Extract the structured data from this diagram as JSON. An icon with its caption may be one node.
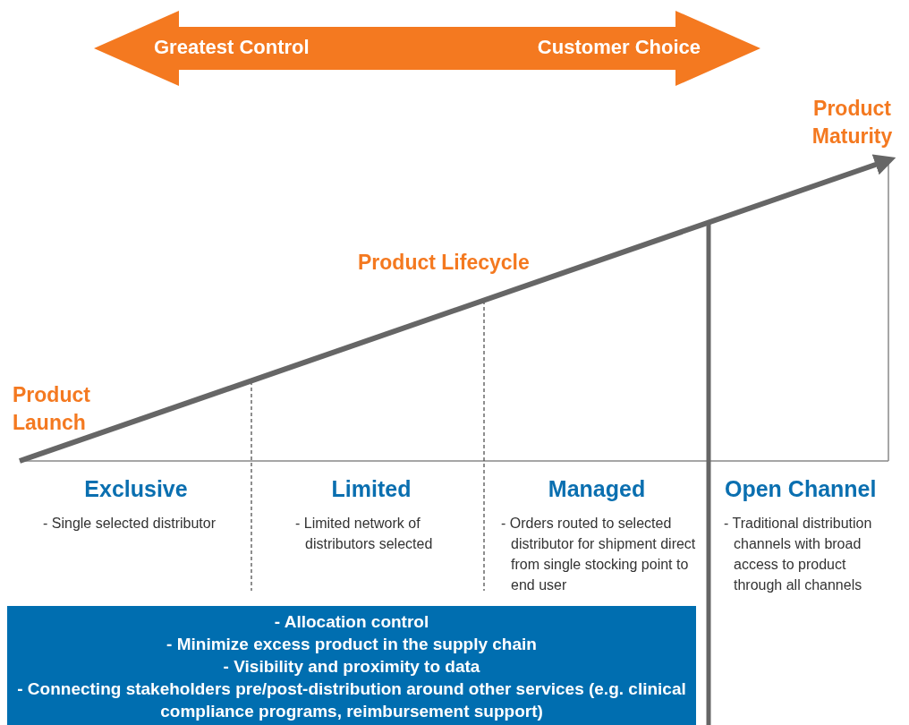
{
  "diagram": {
    "nodes": [
      {
        "text": [
          "Greatest Control",
          "Customer Choice"
        ]
      },
      {
        "text": [
          "- Allocation control",
          "- Minimize excess product in the supply chain",
          "- Visibility and proximity to data",
          "- Connecting stakeholders pre/post-distribution around other services (e.g. clinical compliance programs, reimbursement support)"
        ]
      }
    ],
    "labels": [
      "Product Maturity",
      "Product Lifecycle",
      "Product Launch",
      "Exclusive",
      "- Single selected distributor",
      "Limited",
      "- Limited network of distributors selected",
      "Managed",
      "- Orders routed to selected distributor for shipment direct from single stocking point to end user",
      "Open Channel",
      "- Traditional distribution channels with broad access to product through all channels"
    ]
  }
}
